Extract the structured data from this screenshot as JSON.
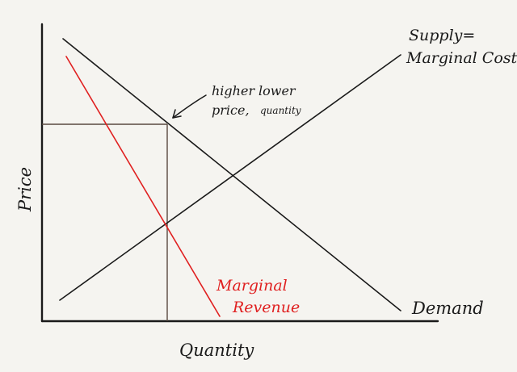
{
  "chart_data": {
    "type": "line",
    "title": "",
    "xlabel": "Quantity",
    "ylabel": "Price",
    "series": [
      {
        "name": "Demand",
        "values": []
      },
      {
        "name": "Supply=\nMarginal Cost",
        "values": []
      },
      {
        "name": "Marginal\nRevenue",
        "values": []
      }
    ]
  },
  "labels": {
    "supply_line1": "Supply=",
    "supply_line2": "Marginal Cost",
    "demand": "Demand",
    "mr_line1": "Marginal",
    "mr_line2": "Revenue",
    "annotation_col1_top": "higher",
    "annotation_col1_bottom": "price,",
    "annotation_col2_top": "lower",
    "annotation_col2_bottom": "quantity",
    "x_axis": "Quantity",
    "y_axis": "Price"
  },
  "colors": {
    "background": "#f5f4f0",
    "ink": "#1a1a1a",
    "mr_line": "#e02020",
    "monopoly_box": "#5a4a40"
  }
}
